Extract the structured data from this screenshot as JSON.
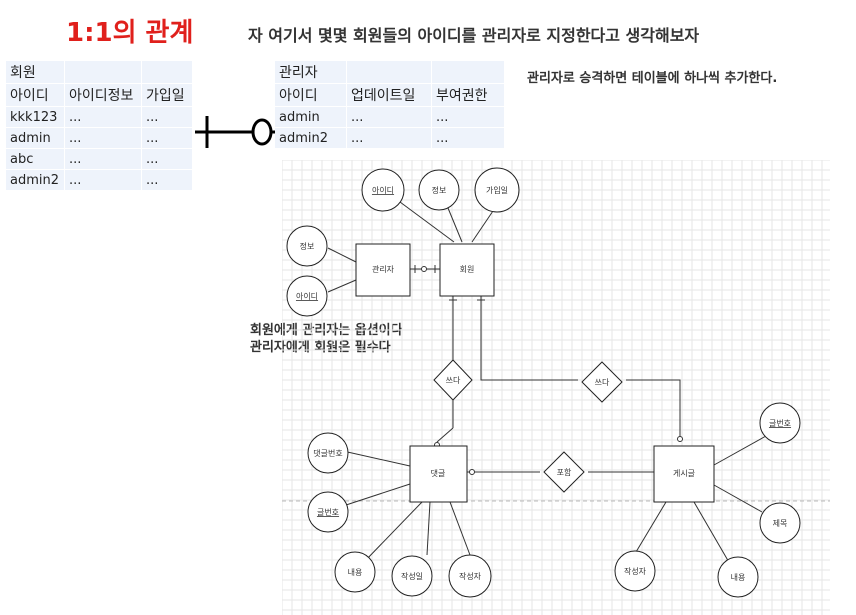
{
  "title": "1:1의 관계",
  "headline": "자 여기서 몇몇 회원들의 아이디를 관리자로 지정한다고 생각해보자",
  "note_top": "관리자로 승격하면 테이블에 하나씩 추가한다.",
  "note_mid": [
    "회원에게 관리자는 옵션이다",
    "관리자에게 회원은 필수다"
  ],
  "member_table": {
    "name": "회원",
    "headers": [
      "아이디",
      "아이디정보",
      "가입일"
    ],
    "rows": [
      [
        "kkk123",
        "...",
        "..."
      ],
      [
        "admin",
        "...",
        "..."
      ],
      [
        "abc",
        "...",
        "..."
      ],
      [
        "admin2",
        "...",
        "..."
      ]
    ]
  },
  "admin_table": {
    "name": "관리자",
    "headers": [
      "아이디",
      "업데이트일",
      "부여권한"
    ],
    "rows": [
      [
        "admin",
        "...",
        "..."
      ],
      [
        "admin2",
        "...",
        "..."
      ]
    ]
  },
  "erd": {
    "entities": {
      "admin": "관리자",
      "member": "회원",
      "comment": "댓글",
      "post": "게시글"
    },
    "relations": {
      "write1": "쓰다",
      "write2": "쓰다",
      "include": "포함"
    },
    "attributes": {
      "admin_info": "정보",
      "admin_id": "아이디",
      "member_id": "아이디",
      "member_info": "정보",
      "member_join": "가입일",
      "comment_no": "댓글번호",
      "comment_post_no": "글번호",
      "comment_content": "내용",
      "comment_date": "작성일",
      "comment_writer": "작성자",
      "post_no": "글번호",
      "post_title": "제목",
      "post_writer": "작성자",
      "post_content": "내용"
    }
  }
}
